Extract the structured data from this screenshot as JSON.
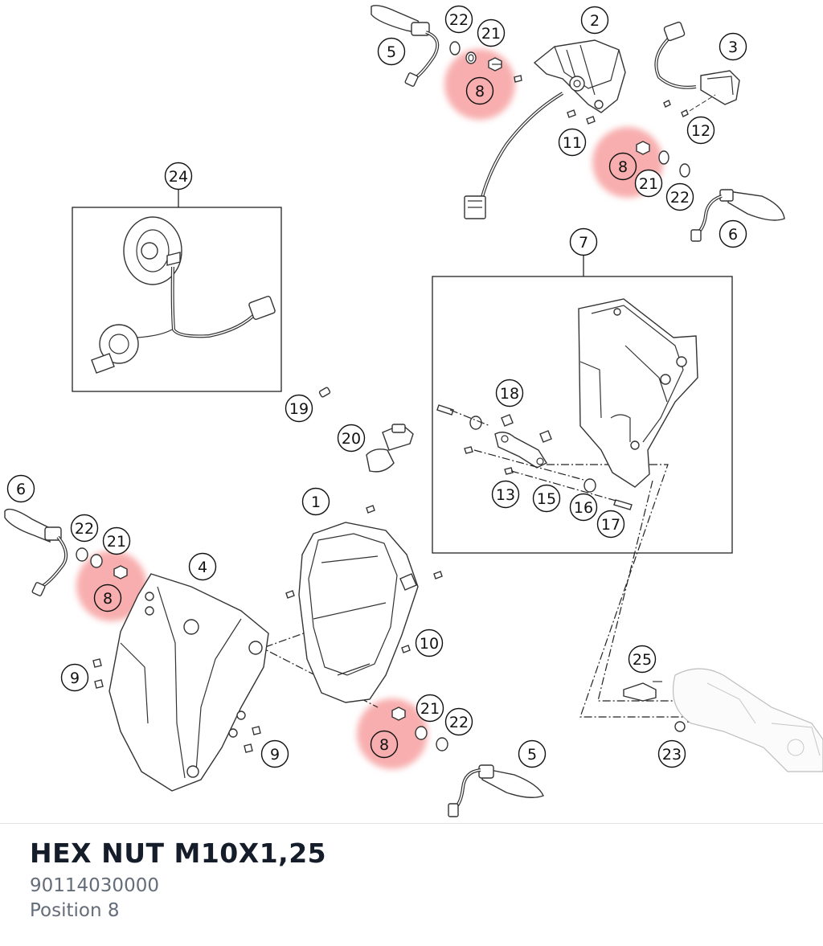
{
  "part": {
    "name": "HEX NUT M10X1,25",
    "number": "90114030000",
    "position": "Position 8"
  },
  "highlight_color": "#f26c6c",
  "callouts": [
    {
      "id": "c1",
      "label": "1"
    },
    {
      "id": "c2",
      "label": "2"
    },
    {
      "id": "c3",
      "label": "3"
    },
    {
      "id": "c4",
      "label": "4"
    },
    {
      "id": "c5a",
      "label": "5"
    },
    {
      "id": "c5b",
      "label": "5"
    },
    {
      "id": "c6a",
      "label": "6"
    },
    {
      "id": "c6b",
      "label": "6"
    },
    {
      "id": "c7",
      "label": "7"
    },
    {
      "id": "c8a",
      "label": "8"
    },
    {
      "id": "c8b",
      "label": "8"
    },
    {
      "id": "c8c",
      "label": "8"
    },
    {
      "id": "c8d",
      "label": "8"
    },
    {
      "id": "c9a",
      "label": "9"
    },
    {
      "id": "c9b",
      "label": "9"
    },
    {
      "id": "c10",
      "label": "10"
    },
    {
      "id": "c11",
      "label": "11"
    },
    {
      "id": "c12",
      "label": "12"
    },
    {
      "id": "c13",
      "label": "13"
    },
    {
      "id": "c15",
      "label": "15"
    },
    {
      "id": "c16",
      "label": "16"
    },
    {
      "id": "c17",
      "label": "17"
    },
    {
      "id": "c18",
      "label": "18"
    },
    {
      "id": "c19",
      "label": "19"
    },
    {
      "id": "c20",
      "label": "20"
    },
    {
      "id": "c21a",
      "label": "21"
    },
    {
      "id": "c21b",
      "label": "21"
    },
    {
      "id": "c21c",
      "label": "21"
    },
    {
      "id": "c21d",
      "label": "21"
    },
    {
      "id": "c22a",
      "label": "22"
    },
    {
      "id": "c22b",
      "label": "22"
    },
    {
      "id": "c22c",
      "label": "22"
    },
    {
      "id": "c22d",
      "label": "22"
    },
    {
      "id": "c23",
      "label": "23"
    },
    {
      "id": "c24",
      "label": "24"
    },
    {
      "id": "c25",
      "label": "25"
    }
  ]
}
